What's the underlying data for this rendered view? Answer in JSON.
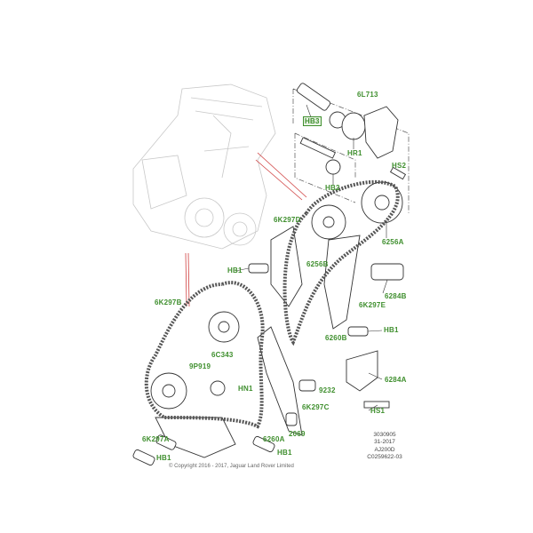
{
  "labels": {
    "l6L713": "6L713",
    "hb3": "HB3",
    "hr1": "HR1",
    "hs2": "HS2",
    "hb2": "HB2",
    "l6K297D": "6K297D",
    "l6256A": "6256A",
    "l6256B": "6256B",
    "hb1_a": "HB1",
    "l6284B": "6284B",
    "l6K297B": "6K297B",
    "l6K297E": "6K297E",
    "hb1_b": "HB1",
    "l6260B": "6260B",
    "l6C343": "6C343",
    "l9P919": "9P919",
    "l6284A": "6284A",
    "l9232": "9232",
    "hn1": "HN1",
    "l6K297C": "6K297C",
    "hs1": "HS1",
    "l2069": "2069",
    "l6260A": "6260A",
    "l6K297A": "6K297A",
    "hb1_c": "HB1",
    "hb1_d": "HB1"
  },
  "notes": [
    "3030905",
    "31-2017",
    "AJ200D",
    "C0259622-03"
  ],
  "copyright": "© Copyright 2016 - 2017, Jaguar Land Rover Limited",
  "colors": {
    "label": "#3f8f2e",
    "leader": "#d04040",
    "line": "#333333"
  }
}
